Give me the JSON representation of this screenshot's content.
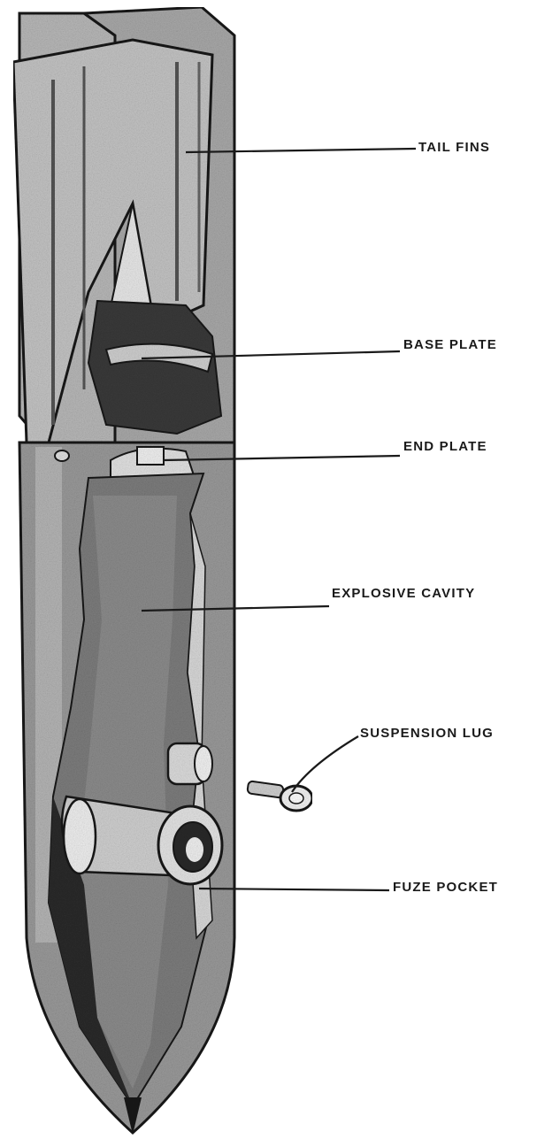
{
  "labels": {
    "tail_fins": "TAIL FINS",
    "base_plate": "BASE PLATE",
    "end_plate": "END PLATE",
    "explosive_cavity": "EXPLOSIVE CAVITY",
    "suspension_lug": "SUSPENSION LUG",
    "fuze_pocket": "FUZE POCKET"
  },
  "colors": {
    "ink": "#1a1a1a",
    "body_shade": "#9a9a9a",
    "light_shade": "#d4d4d4",
    "dark_shade": "#2b2b2b",
    "background": "#ffffff"
  }
}
